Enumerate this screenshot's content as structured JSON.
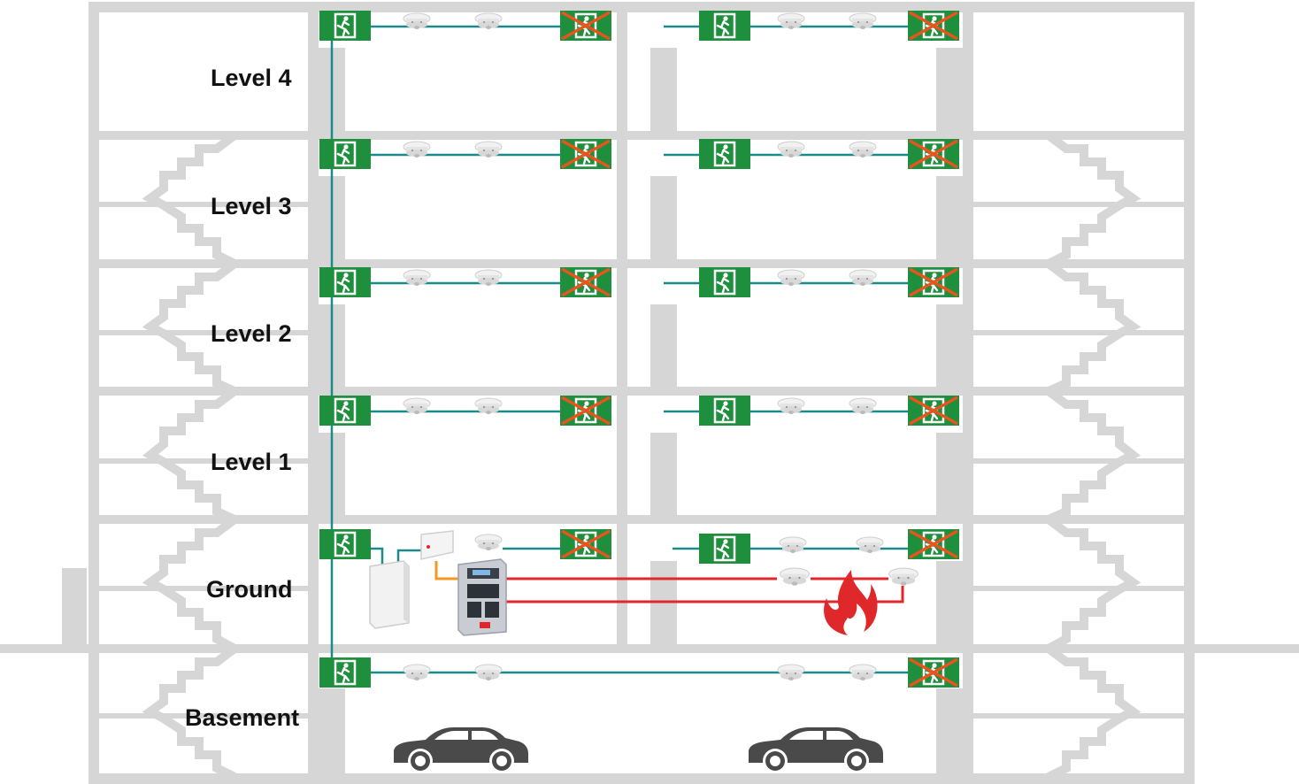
{
  "levels": [
    {
      "key": "level4",
      "label": "Level 4"
    },
    {
      "key": "level3",
      "label": "Level 3"
    },
    {
      "key": "level2",
      "label": "Level 2"
    },
    {
      "key": "level1",
      "label": "Level 1"
    },
    {
      "key": "ground",
      "label": "Ground"
    },
    {
      "key": "basement",
      "label": "Basement"
    }
  ],
  "legend_colors": {
    "structure": "#d6d6d6",
    "wire_emergency_lighting": "#1a8a8a",
    "wire_fire_alarm": "#e0282b",
    "wire_interface": "#f39a1e",
    "exit_sign_green": "#1e8f3c",
    "exit_sign_disabled_cross": "#e8541e",
    "fire": "#e0282b",
    "car": "#4a4a4a"
  },
  "icons": {
    "exit_sign": "running-man-exit-icon",
    "exit_sign_disabled": "blocked-exit-icon",
    "detector": "smoke-detector-icon",
    "fire": "flame-icon",
    "car": "car-icon",
    "panel": "fire-alarm-panel-icon"
  }
}
